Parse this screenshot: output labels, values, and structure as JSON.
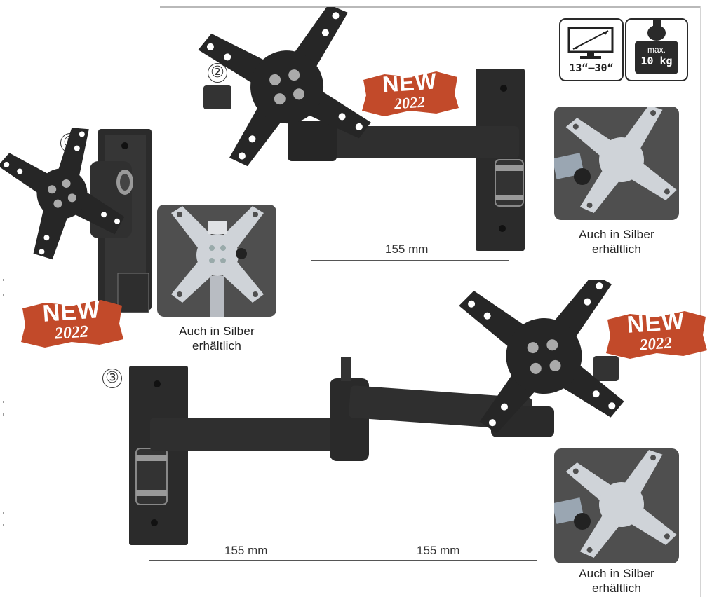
{
  "numbers": {
    "n1": "①",
    "n2": "②",
    "n3": "③"
  },
  "badges": {
    "line1": "NEW",
    "line2": "2022"
  },
  "captions": {
    "c1_line1": "Auch in Silber",
    "c1_line2": "erhältlich",
    "c2_line1": "Auch in Silber",
    "c2_line2": "erhältlich",
    "c3_line1": "Auch in Silber",
    "c3_line2": "erhältlich"
  },
  "dimensions": {
    "d2": "155 mm",
    "d3a": "155 mm",
    "d3b": "155 mm"
  },
  "icons": {
    "screen_size": "13“–30“",
    "weight_label": "max.",
    "weight_value": "10 kg",
    "screen_icon": "monitor-diagonal-icon",
    "weight_icon": "hanging-weight-icon"
  },
  "colors": {
    "badge_red": "#c24a2a",
    "bracket_black": "#2b2b2b",
    "photo_bg": "#4f4f4f",
    "silver": "#cfd3d8"
  }
}
